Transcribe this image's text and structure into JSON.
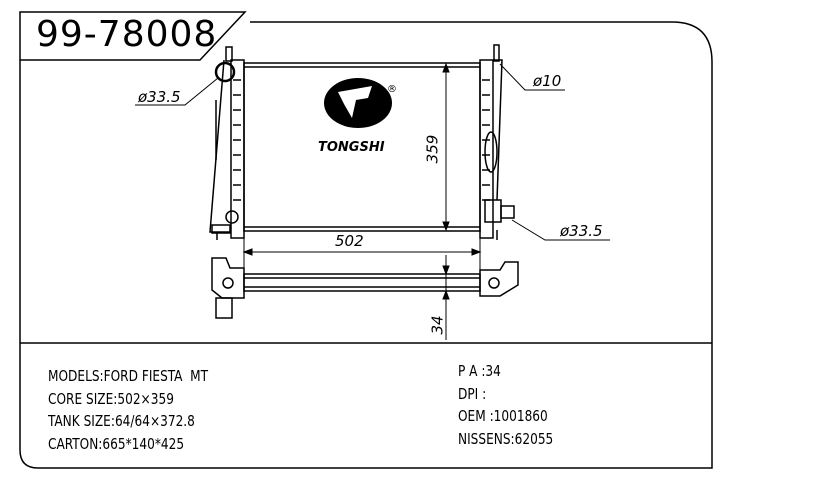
{
  "title": "99-78008",
  "logo": {
    "brand": "TONGSHI",
    "mark": "®"
  },
  "dimensions": {
    "width": "502",
    "height": "359",
    "thickness": "34",
    "inlet": "ø33.5",
    "outlet": "ø33.5",
    "vent": "ø10"
  },
  "specs_left": [
    "MODELS:FORD FIESTA  MT",
    "CORE SIZE:502×359",
    "TANK SIZE:64/64×372.8",
    "CARTON:665*140*425"
  ],
  "specs_right": [
    "P A :34",
    "DPI :",
    "OEM :1001860",
    "NISSENS:62055"
  ]
}
